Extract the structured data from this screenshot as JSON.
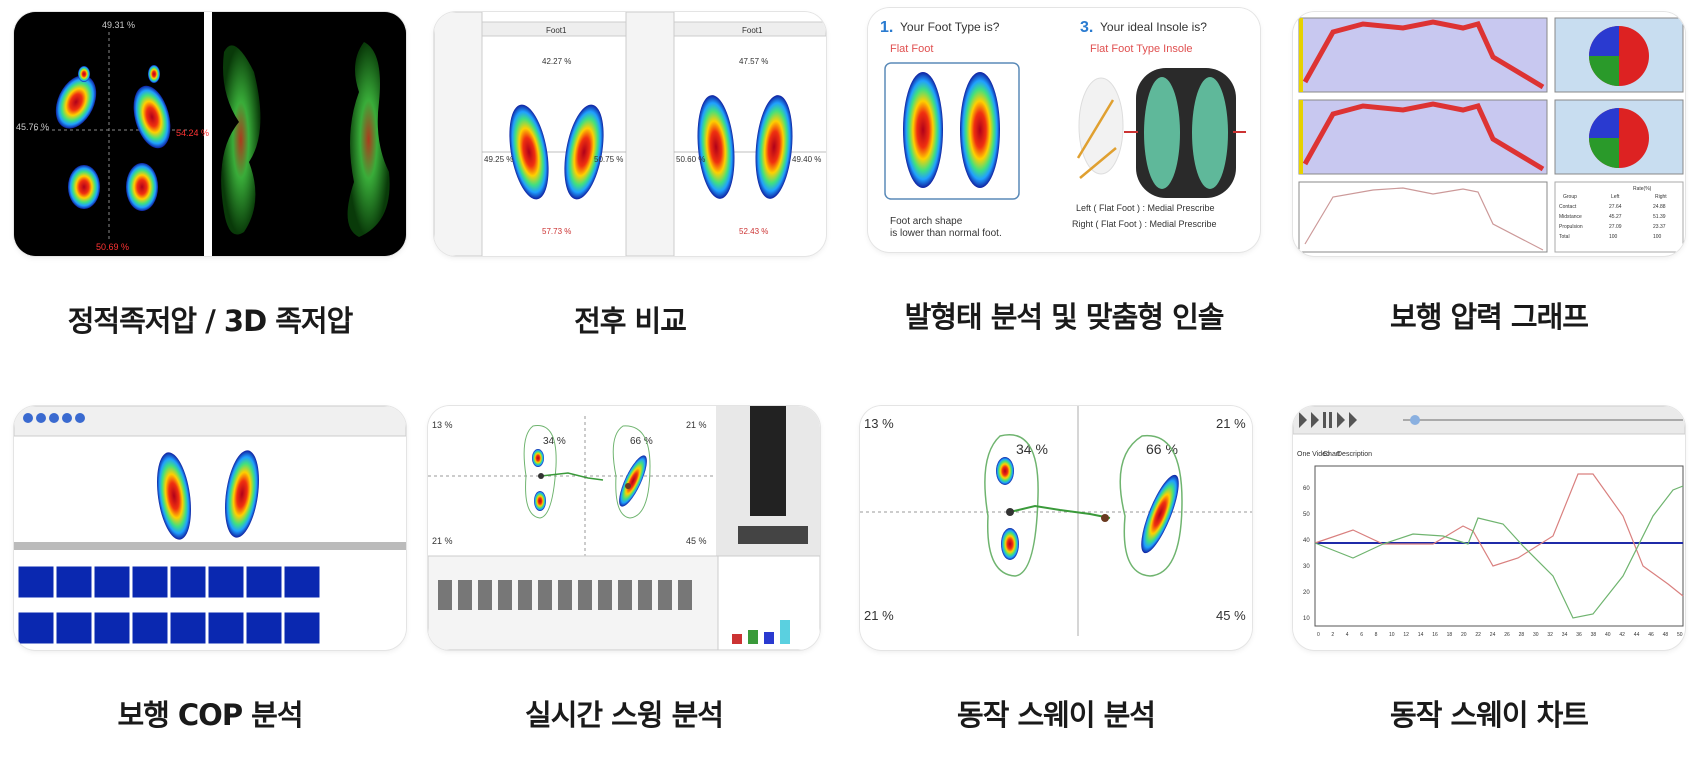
{
  "features": [
    {
      "caption": "정적족저압 / 3D 족저압"
    },
    {
      "caption": "전후 비교"
    },
    {
      "caption": "발형태 분석 및 맞춤형 인솔"
    },
    {
      "caption": "보행 압력 그래프"
    },
    {
      "caption": "보행 COP 분석"
    },
    {
      "caption": "실시간 스윙 분석"
    },
    {
      "caption": "동작 스웨이 분석"
    },
    {
      "caption": "동작 스웨이 차트"
    }
  ],
  "static_pressure": {
    "top_pct": "49.31 %",
    "left_pct": "45.76 %",
    "bottom_pct": "50.69 %",
    "right_pct": "54.24 %"
  },
  "comparison": {
    "left_title": "Foot1",
    "right_title": "Foot1",
    "a_top": "42.27 %",
    "a_left": "49.25 %",
    "a_right": "50.75 %",
    "a_bottom": "57.73 %",
    "b_top": "47.57 %",
    "b_left": "50.60 %",
    "b_right": "49.40 %",
    "b_bottom": "52.43 %"
  },
  "foot_type": {
    "q1_num": "1.",
    "q1": "Your Foot Type is?",
    "a1": "Flat Foot",
    "q3_num": "3.",
    "q3": "Your ideal Insole is?",
    "a3": "Flat Foot Type Insole",
    "note_line1": "Foot arch shape",
    "note_line2": "is lower than normal foot.",
    "left_row": "Left ( Flat Foot ) : Medial Prescribe",
    "right_row": "Right ( Flat Foot ) : Medial Prescribe"
  },
  "gait_table": {
    "header": [
      "Group",
      "Left",
      "Right"
    ],
    "rate_label": "Rate(%)",
    "rows": [
      [
        "Contact",
        "27.64",
        "24.88"
      ],
      [
        "Midstance",
        "45.27",
        "51.39"
      ],
      [
        "Propulsion",
        "27.09",
        "23.37"
      ],
      [
        "Total",
        "100",
        "100"
      ]
    ]
  },
  "sway": {
    "tl": "13 %",
    "tr": "21 %",
    "bl": "21 %",
    "br": "45 %",
    "left_pct": "34 %",
    "right_pct": "66 %"
  },
  "sway_chart": {
    "tabs": [
      "One Video",
      "Chart",
      "Description"
    ],
    "yticks": [
      "60",
      "50",
      "40",
      "30",
      "20",
      "10"
    ],
    "xticks": [
      "0",
      "2",
      "4",
      "6",
      "8",
      "10",
      "12",
      "14",
      "16",
      "18",
      "20",
      "22",
      "24",
      "26",
      "28",
      "30",
      "32",
      "34",
      "36",
      "38",
      "40",
      "42",
      "44",
      "46",
      "48",
      "50"
    ],
    "colors": {
      "red": "#d9807f",
      "green": "#6fb46f",
      "blue": "#1f2aa8"
    }
  }
}
